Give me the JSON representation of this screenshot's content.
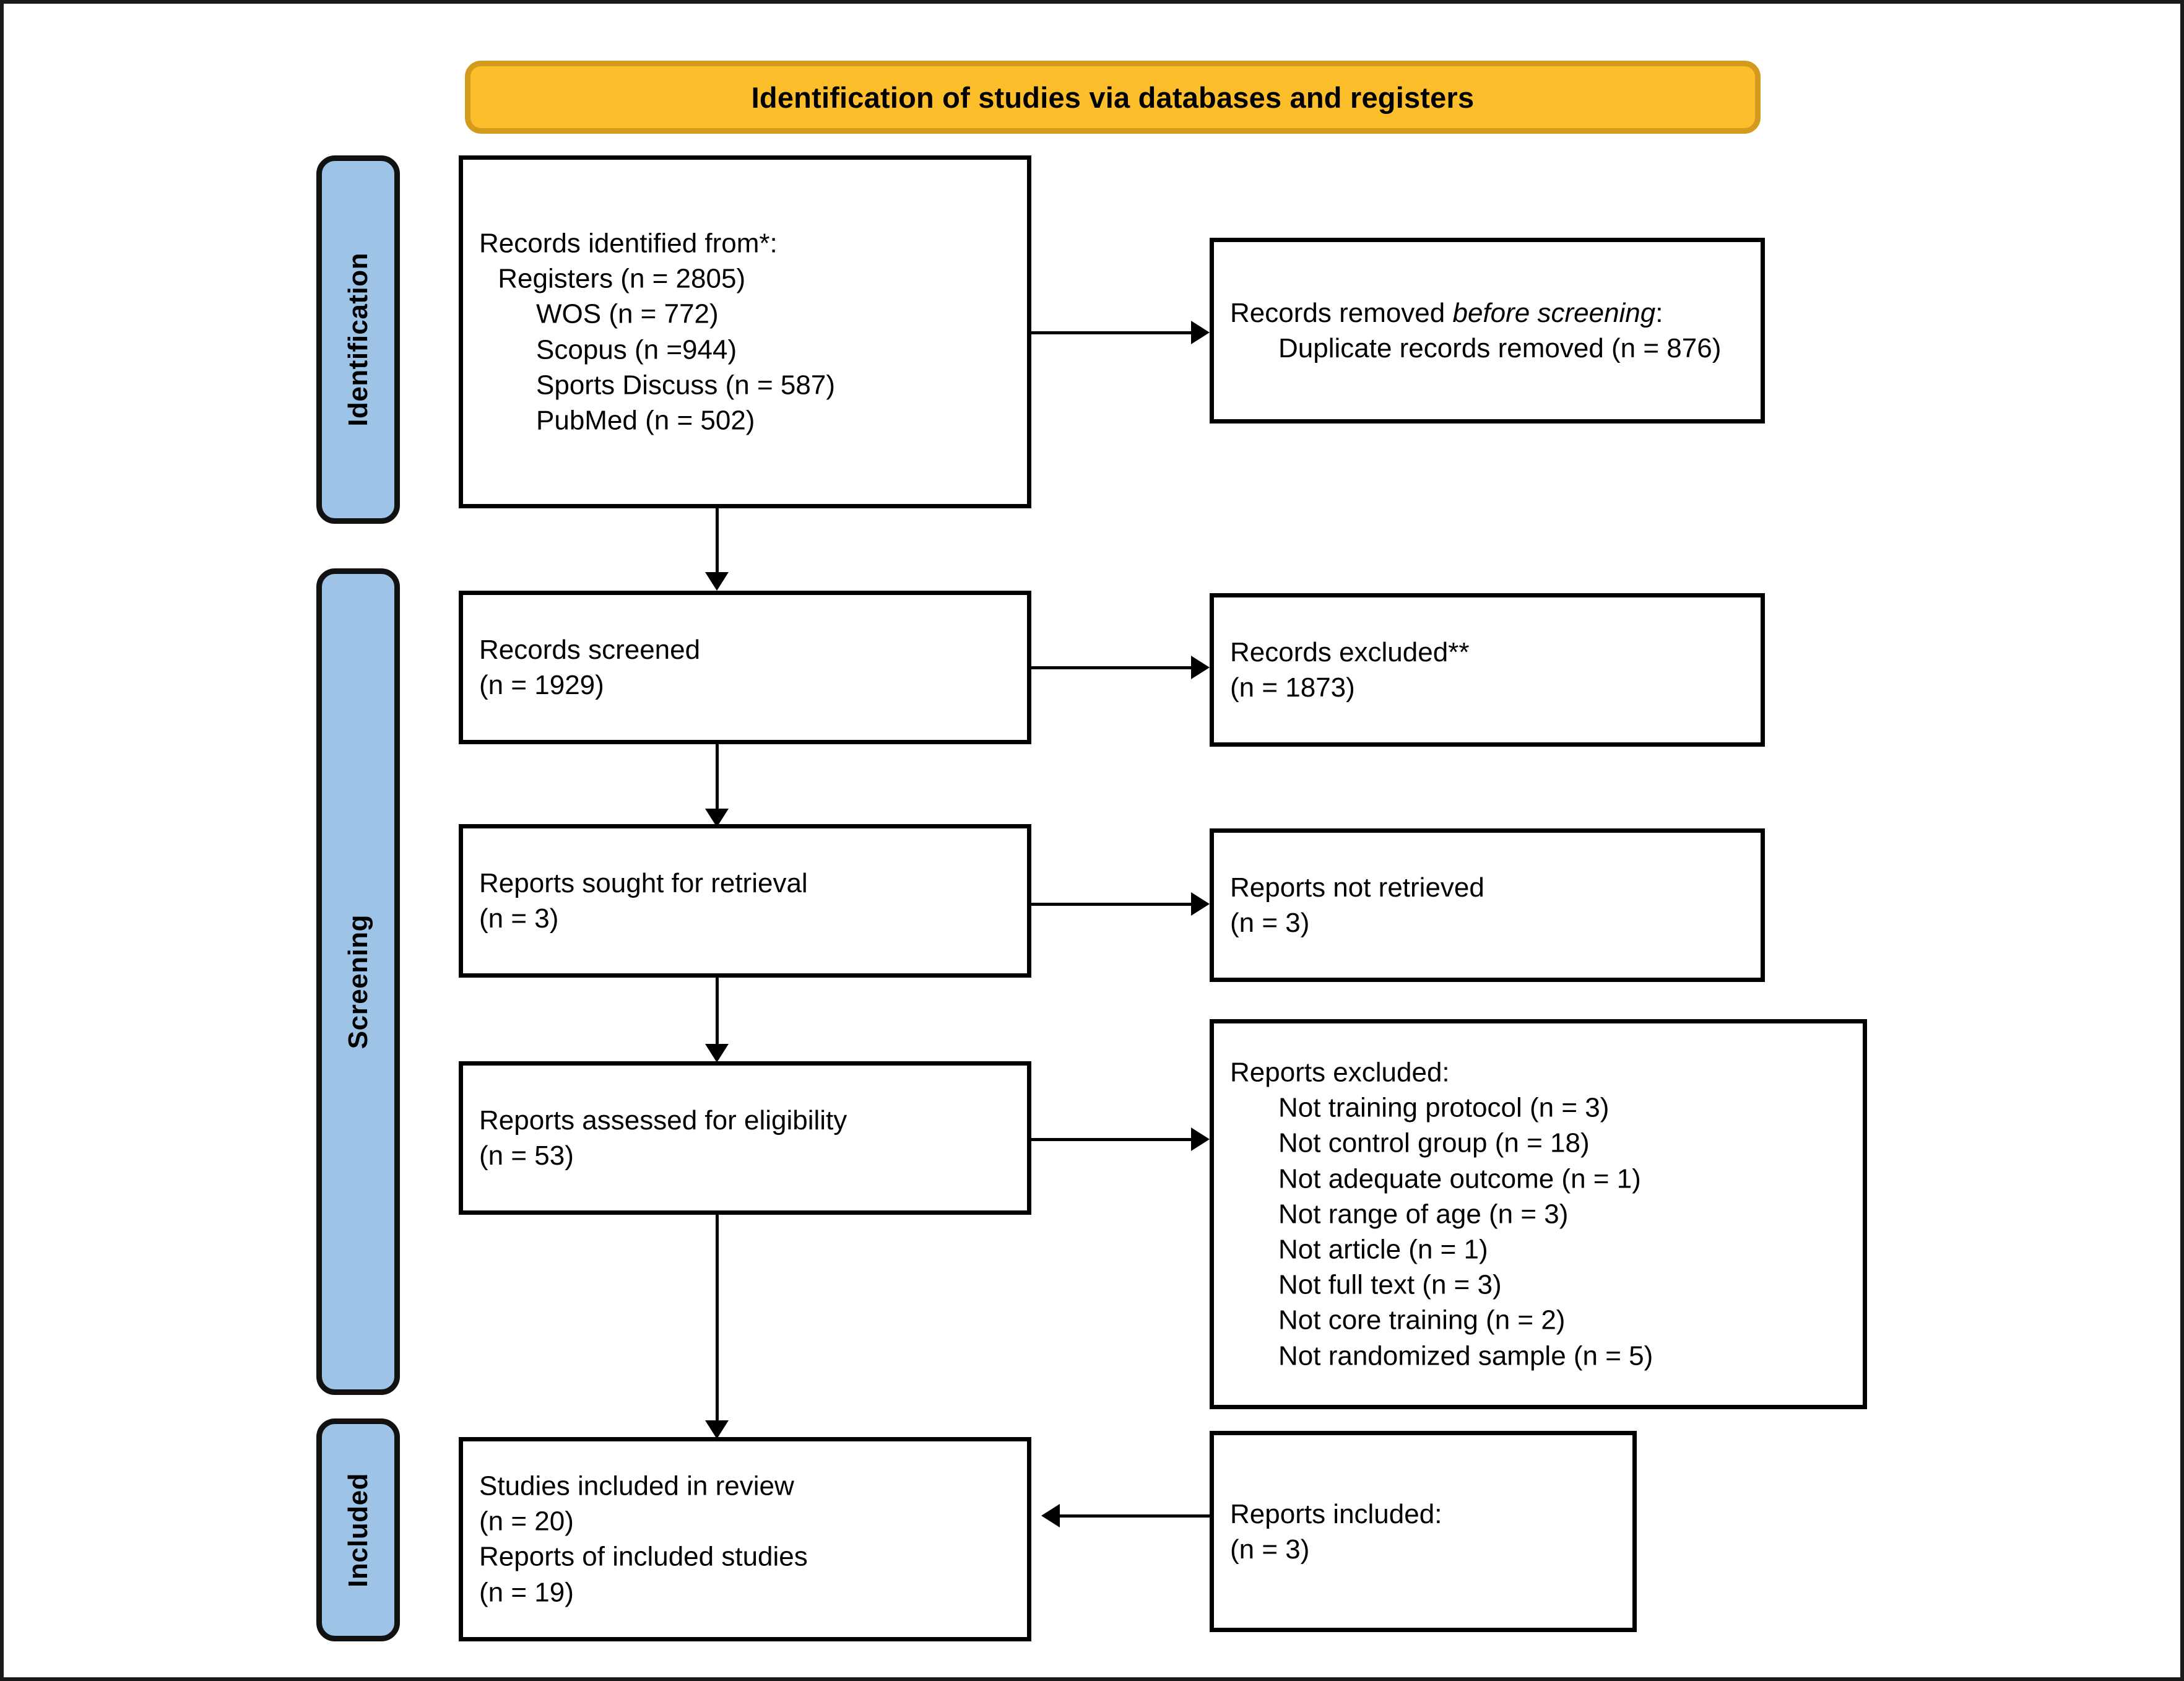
{
  "banner": {
    "title": "Identification of studies via databases and registers",
    "fill_color": "#FDBE2C",
    "border_color": "#D49A1E"
  },
  "stages": [
    {
      "key": "identification",
      "label": "Identification",
      "fill_color": "#9DC3E6"
    },
    {
      "key": "screening",
      "label": "Screening",
      "fill_color": "#9DC3E6"
    },
    {
      "key": "included",
      "label": "Included",
      "fill_color": "#9DC3E6"
    }
  ],
  "boxes": {
    "records_identified": {
      "lines": [
        "Records identified from*:",
        " Registers (n = 2805)",
        "WOS (n = 772)",
        "Scopus (n =944)",
        "Sports Discuss (n = 587)",
        "PubMed (n = 502)"
      ]
    },
    "records_removed": {
      "line1_a": "Records removed ",
      "line1_b": "before screening",
      "line1_c": ":",
      "line2": "Duplicate records removed (n = 876)"
    },
    "records_screened": {
      "lines": [
        "Records screened",
        "(n = 1929)"
      ]
    },
    "records_excluded": {
      "lines": [
        "Records excluded**",
        "(n = 1873)"
      ]
    },
    "reports_sought": {
      "lines": [
        "Reports sought for retrieval",
        "(n = 3)"
      ]
    },
    "reports_not_retrieved": {
      "lines": [
        "Reports not retrieved",
        "(n = 3)"
      ]
    },
    "reports_assessed": {
      "lines": [
        "Reports assessed for eligibility",
        "(n = 53)"
      ]
    },
    "reports_excluded": {
      "heading": "Reports excluded:",
      "reasons": [
        "Not training protocol (n = 3)",
        "Not control group (n = 18)",
        "Not adequate outcome (n = 1)",
        "Not range of age (n = 3)",
        "Not article (n = 1)",
        "Not full text (n = 3)",
        "Not core training (n = 2)",
        "Not randomized sample (n = 5)"
      ]
    },
    "studies_included": {
      "lines": [
        "Studies included in review",
        "(n = 20)",
        "Reports of included studies",
        "(n = 19)"
      ]
    },
    "reports_included": {
      "lines": [
        "Reports included:",
        "(n = 3)"
      ]
    }
  }
}
